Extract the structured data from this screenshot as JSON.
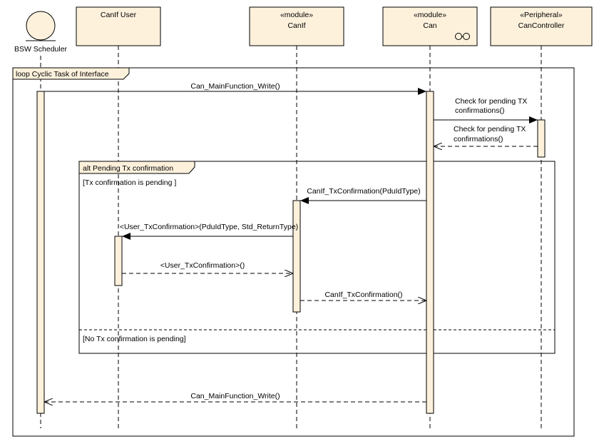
{
  "colors": {
    "participant_fill": "#fdf1dc",
    "activation_fill": "#fdf1dc",
    "frame_label_fill": "#fdf1dc",
    "line": "#000000"
  },
  "participants": [
    {
      "id": "bsw_scheduler",
      "name": "BSW Scheduler",
      "kind": "actor-control",
      "icon": "control-circle-icon"
    },
    {
      "id": "canif_user",
      "name": "CanIf User",
      "stereotype": ""
    },
    {
      "id": "canif",
      "name": "CanIf",
      "stereotype": "«module»"
    },
    {
      "id": "can",
      "name": "Can",
      "stereotype": "«module»",
      "icon": "glasses-icon"
    },
    {
      "id": "can_controller",
      "name": "CanController",
      "stereotype": "«Peripheral»"
    }
  ],
  "frames": {
    "loop": {
      "label": "loop Cyclic Task of Interface"
    },
    "alt": {
      "label": "alt Pending Tx confirmation",
      "guard1": "[Tx confirmation is pending ]",
      "guard2": "[No Tx confirmation is pending]"
    }
  },
  "messages": [
    {
      "id": "m1",
      "text": "Can_MainFunction_Write()",
      "from": "bsw_scheduler",
      "to": "can",
      "kind": "sync"
    },
    {
      "id": "m2",
      "line1": "Check for pending TX",
      "line2": "confirmations()",
      "from": "can",
      "to": "can_controller",
      "kind": "sync"
    },
    {
      "id": "m3",
      "line1": "Check for pending TX",
      "line2": "confirmations()",
      "from": "can_controller",
      "to": "can",
      "kind": "return"
    },
    {
      "id": "m4",
      "text": "CanIf_TxConfirmation(PduIdType)",
      "from": "can",
      "to": "canif",
      "kind": "sync"
    },
    {
      "id": "m5",
      "text": "<User_TxConfirmation>(PduIdType, Std_ReturnType)",
      "from": "canif",
      "to": "canif_user",
      "kind": "sync"
    },
    {
      "id": "m6",
      "text": "<User_TxConfirmation>()",
      "from": "canif_user",
      "to": "canif",
      "kind": "return"
    },
    {
      "id": "m7",
      "text": "CanIf_TxConfirmation()",
      "from": "canif",
      "to": "can",
      "kind": "return"
    },
    {
      "id": "m8",
      "text": "Can_MainFunction_Write()",
      "from": "can",
      "to": "bsw_scheduler",
      "kind": "return"
    }
  ]
}
